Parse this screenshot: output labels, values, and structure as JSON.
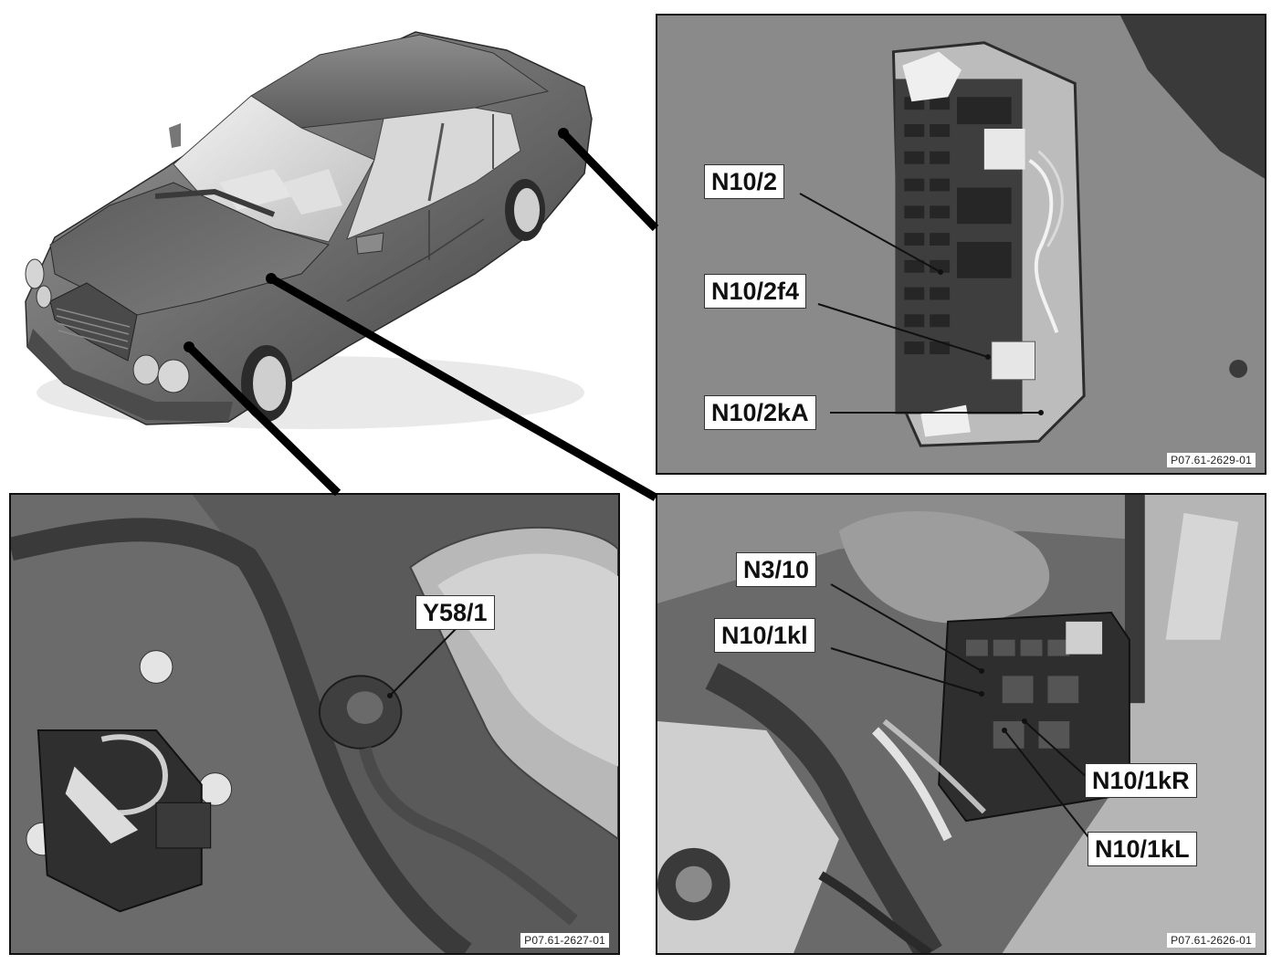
{
  "panels": {
    "top_right": {
      "ref": "P07.61-2629-01",
      "callouts": [
        "N10/2",
        "N10/2f4",
        "N10/2kA"
      ]
    },
    "bottom_left": {
      "ref": "P07.61-2627-01",
      "callouts": [
        "Y58/1"
      ]
    },
    "bottom_right": {
      "ref": "P07.61-2626-01",
      "callouts": [
        "N3/10",
        "N10/1kl",
        "N10/1kR",
        "N10/1kL"
      ]
    }
  },
  "colors": {
    "car_body": "#6e6e6e",
    "panel_background": "#7a7a7a",
    "callout_fill": "#ffffff",
    "leader_lines": "#000000"
  }
}
